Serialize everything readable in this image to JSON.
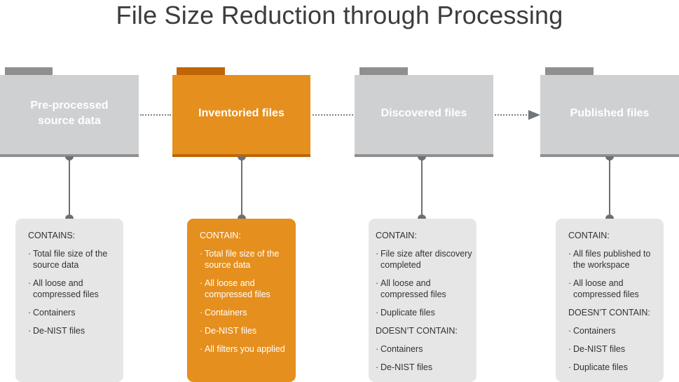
{
  "title": "File Size Reduction through Processing",
  "colors": {
    "gray_folder": "#cfd0d1",
    "gray_accent": "#8f8f8f",
    "orange_folder": "#e58f1e",
    "orange_accent": "#bf6506",
    "card_gray": "#e6e6e6",
    "title_text": "#3c3c3c"
  },
  "stages": [
    {
      "label": "Pre-processed source data",
      "highlighted": false,
      "card": {
        "sections": [
          {
            "heading": "CONTAINS:",
            "items": [
              "Total file size of the source data",
              "All loose and compressed files",
              "Containers",
              "De-NIST files"
            ]
          }
        ]
      }
    },
    {
      "label": "Inventoried files",
      "highlighted": true,
      "card": {
        "sections": [
          {
            "heading": "CONTAIN:",
            "items": [
              "Total file size of the source data",
              "All loose and compressed files",
              "Containers",
              "De-NIST files",
              "All filters you applied"
            ]
          }
        ]
      }
    },
    {
      "label": "Discovered files",
      "highlighted": false,
      "card": {
        "sections": [
          {
            "heading": "CONTAIN:",
            "items": [
              "File size after discovery completed",
              "All loose and compressed files",
              "Duplicate files"
            ]
          },
          {
            "heading": "DOESN’T CONTAIN:",
            "items": [
              "Containers",
              "De-NIST files"
            ]
          }
        ]
      }
    },
    {
      "label": "Published files",
      "highlighted": false,
      "card": {
        "sections": [
          {
            "heading": "CONTAIN:",
            "items": [
              "All files published to the workspace",
              "All loose and compressed files"
            ]
          },
          {
            "heading": "DOESN’T CONTAIN:",
            "items": [
              "Containers",
              "De-NIST files",
              "Duplicate files"
            ]
          }
        ]
      }
    }
  ],
  "connectors": [
    {
      "from": "Pre-processed source data",
      "to": "Inventoried files",
      "style": "dotted",
      "arrow": false
    },
    {
      "from": "Inventoried files",
      "to": "Discovered files",
      "style": "dotted",
      "arrow": false
    },
    {
      "from": "Discovered files",
      "to": "Published files",
      "style": "dotted",
      "arrow": true
    }
  ]
}
